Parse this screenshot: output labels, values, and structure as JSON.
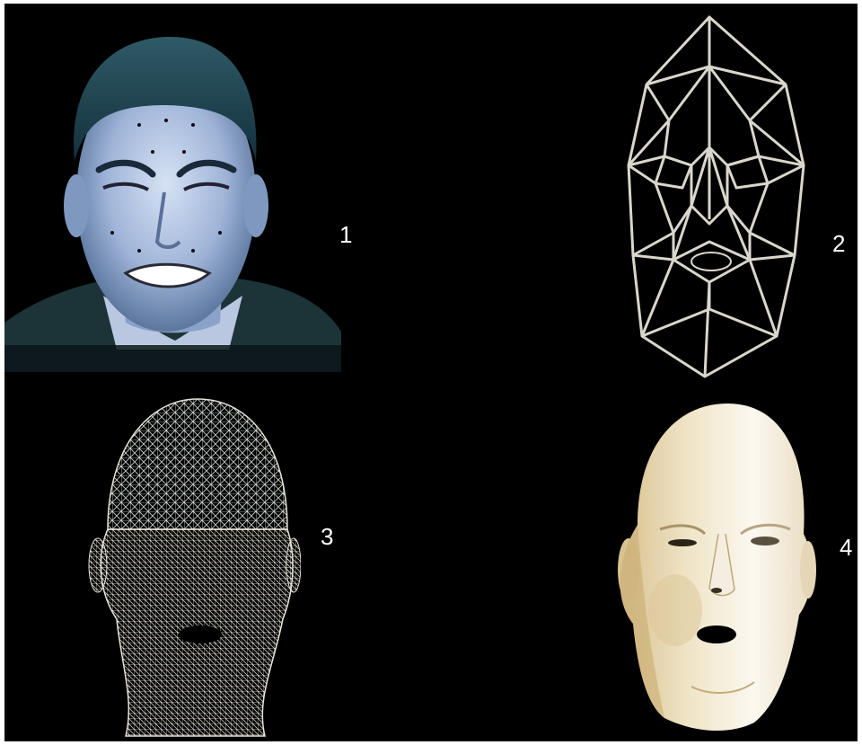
{
  "panels": [
    {
      "label": "1",
      "depicts": "photo-face"
    },
    {
      "label": "2",
      "depicts": "coarse-wireframe-face"
    },
    {
      "label": "3",
      "depicts": "dense-wireframe-head"
    },
    {
      "label": "4",
      "depicts": "shaded-3d-head"
    }
  ],
  "colors": {
    "background": "#000000",
    "border": "#ffffff",
    "label": "#ffffff",
    "skin_photo": "#9fb4d8",
    "hair": "#1e3a4a",
    "wire": "#d9d6cc",
    "shaded_skin": "#efe4c6"
  }
}
